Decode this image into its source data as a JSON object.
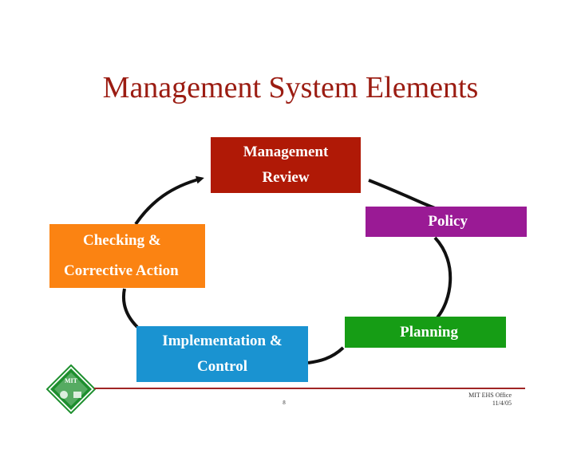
{
  "title": "Management System Elements",
  "elements": {
    "review": [
      "Management",
      "Review"
    ],
    "policy": "Policy",
    "planning": "Planning",
    "implementation": [
      "Implementation &",
      "Control"
    ],
    "checking": [
      "Checking &",
      "Corrective Action"
    ]
  },
  "footer": {
    "office": "MIT EHS Office",
    "date": "11/4/05",
    "page": "8"
  },
  "logo": {
    "text": "MIT"
  },
  "colors": {
    "title": "#9b1c12",
    "review": "#b01906",
    "policy": "#9a1a95",
    "planning": "#169d15",
    "implementation": "#1a93d1",
    "checking": "#fb8312",
    "logo": "#1e8f2e"
  }
}
